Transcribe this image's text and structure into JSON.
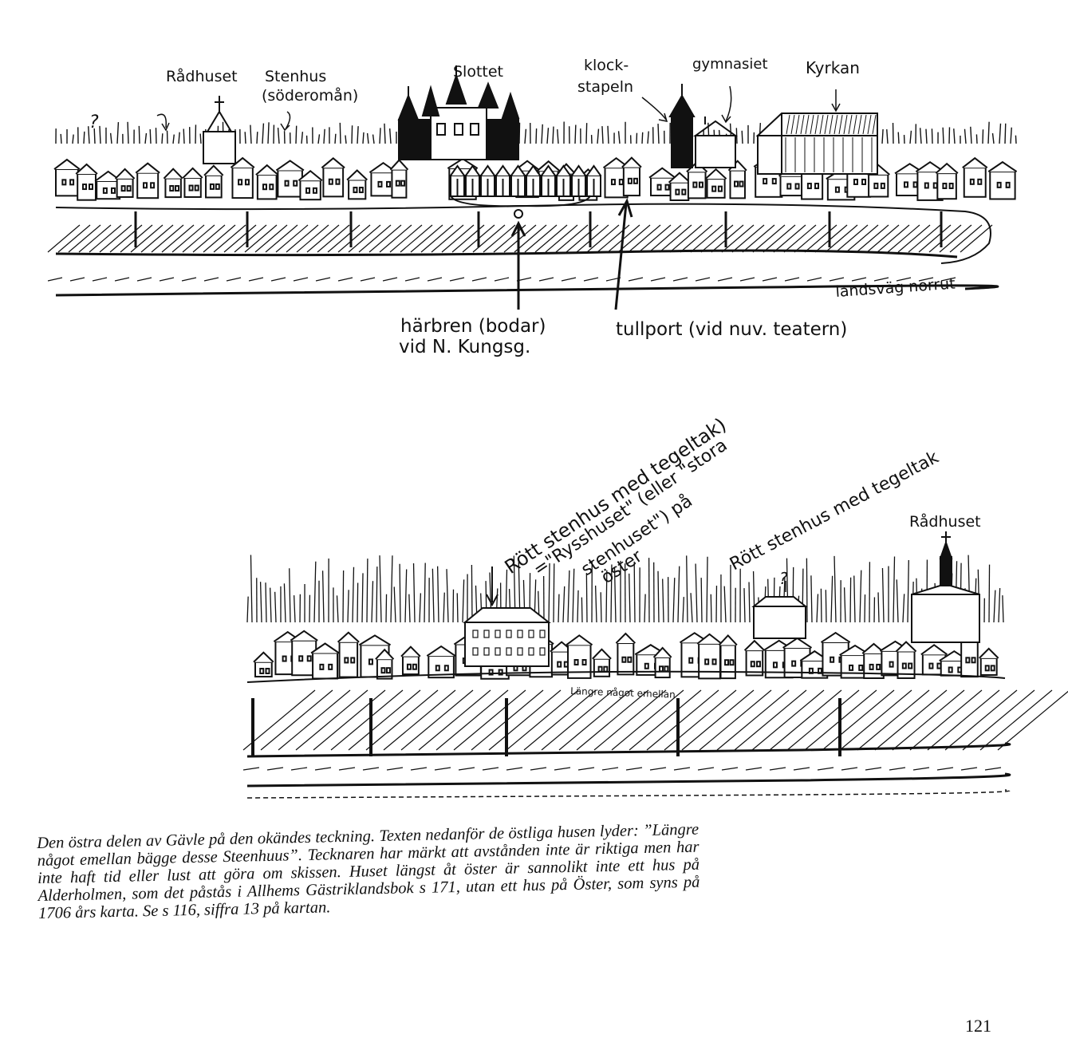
{
  "top_drawing": {
    "labels": {
      "q_mark": "?",
      "radhuset": "Rådhuset",
      "stenhus_line1": "Stenhus",
      "stenhus_line2": "(söderomån)",
      "slottet": "Slottet",
      "klockstapeln_line1": "klock-",
      "klockstapeln_line2": "stapeln",
      "gymnasiet": "gymnasiet",
      "kyrkan": "Kyrkan",
      "landsvag": "landsväg norrut",
      "harbren_line1": "härbren (bodar)",
      "harbren_line2": "vid N. Kungsg.",
      "tullport": "tullport (vid nuv. teatern)"
    }
  },
  "bottom_drawing": {
    "labels": {
      "radhuset": "Rådhuset",
      "q_mark": "?",
      "rott_line1": "Rött stenhus med tegeltak)",
      "rott_line2": "=\"Rysshuset\" (eller \"stora",
      "rott_line3": "stenhuset\") på",
      "rott_line4": "öster",
      "rott2": "Rött stenhus med tegeltak",
      "bottom_note": "Längre något emellan"
    }
  },
  "caption": "Den östra delen av Gävle på den okändes teckning. Texten nedanför de östliga husen lyder: ”Längre något emellan bägge desse Steenhuus”. Tecknaren har märkt att avstånden inte är riktiga men har inte haft tid eller lust att göra om skissen. Huset längst åt öster är sannolikt inte ett hus på Alderholmen, som det påstås i Allhems Gästriklandsbok s 171, utan ett hus på Öster, som syns på 1706 års karta. Se s 116, siffra 13 på kartan.",
  "page_number": "121"
}
